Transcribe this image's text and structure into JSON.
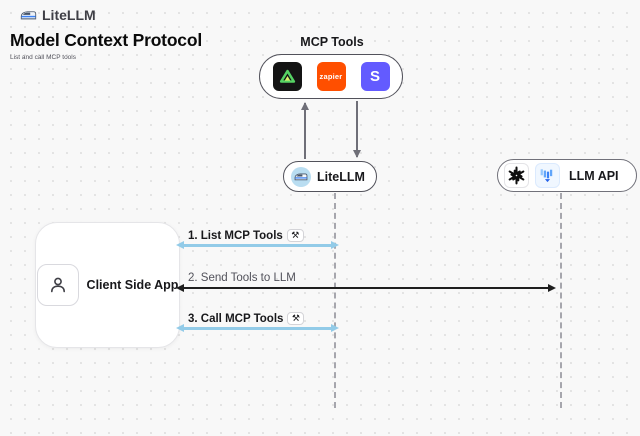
{
  "header": {
    "brand": "LiteLLM",
    "title": "Model Context Protocol",
    "subtitle": "List and call MCP tools"
  },
  "diagram": {
    "mcp_group": {
      "label": "MCP Tools",
      "tools": [
        {
          "name": "delta-tool",
          "bg": "#141414",
          "glyph": "green-triangle"
        },
        {
          "name": "zapier-tool",
          "bg": "#ff4f00",
          "text": "zapier"
        },
        {
          "name": "s-tool",
          "bg": "#635bff",
          "text": "S"
        }
      ]
    },
    "nodes": {
      "litellm": {
        "label": "LiteLLM",
        "icon": "train-icon"
      },
      "llm_api": {
        "label": "LLM API",
        "icons": [
          "openai-icon",
          "pixel-provider-icon"
        ]
      },
      "client": {
        "label": "Client Side App",
        "icon": "person-icon"
      }
    },
    "messages": [
      {
        "label": "1. List MCP Tools",
        "badge": "⚒"
      },
      {
        "label": "2. Send Tools to LLM"
      },
      {
        "label": "3. Call MCP Tools",
        "badge": "⚒"
      }
    ]
  },
  "colors": {
    "accent_blue_arrow": "#92cbe8",
    "dark_arrow": "#1f1f1f",
    "zapier_orange": "#ff4f00",
    "s_purple": "#635bff",
    "tool_green": "#56d364",
    "canvas_bg": "#f8f8f8"
  }
}
